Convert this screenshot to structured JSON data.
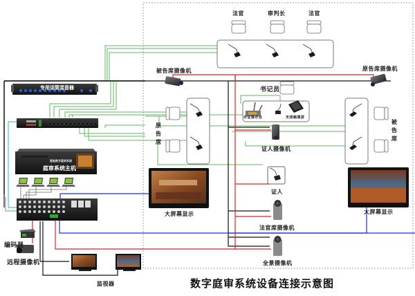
{
  "title": "数字庭审系统设备连接示意图",
  "colors": {
    "audio_line": "#5cb85c",
    "video_red": "#e02020",
    "vga_blue": "#1a2ee0",
    "control_black": "#111111",
    "network_cyan": "#20b8c8",
    "zone_border": "#999999"
  },
  "labels": {
    "judge_left": "法官",
    "presiding_judge": "审判长",
    "judge_right": "法官",
    "defendant_camera": "被告席摄像机",
    "plaintiff_camera": "原告席摄像机",
    "clerk": "书记员",
    "evidence_presenter": "示证展示台",
    "wireless_touchscreen": "无线触摸屏",
    "plaintiff_seat": "原告席",
    "defendant_seat": "被告席",
    "witness_camera": "证人摄像机",
    "witness": "证人",
    "big_screen_left": "大屏幕显示",
    "big_screen_right": "大屏幕显示",
    "judge_bench_camera": "法官席摄像机",
    "panorama_camera": "全景摄像机",
    "encoder": "编码器",
    "remote_camera": "远程摄像机",
    "monitor": "监视器",
    "mixer": "专用话筒混音器",
    "host": "庭审系统主机",
    "host_sub": "智能数字庭审系统"
  },
  "devices": [
    {
      "name": "audio-mixer",
      "type": "mixer"
    },
    {
      "name": "audio-processor",
      "type": "rack-unit"
    },
    {
      "name": "trial-system-host",
      "type": "host"
    },
    {
      "name": "laptops",
      "type": "laptop",
      "count": 4
    },
    {
      "name": "matrix-switcher",
      "type": "switcher"
    }
  ],
  "microphones": {
    "judge_bench": 3,
    "plaintiff": 2,
    "defendant": 2,
    "clerk": 1,
    "witness": 1
  }
}
